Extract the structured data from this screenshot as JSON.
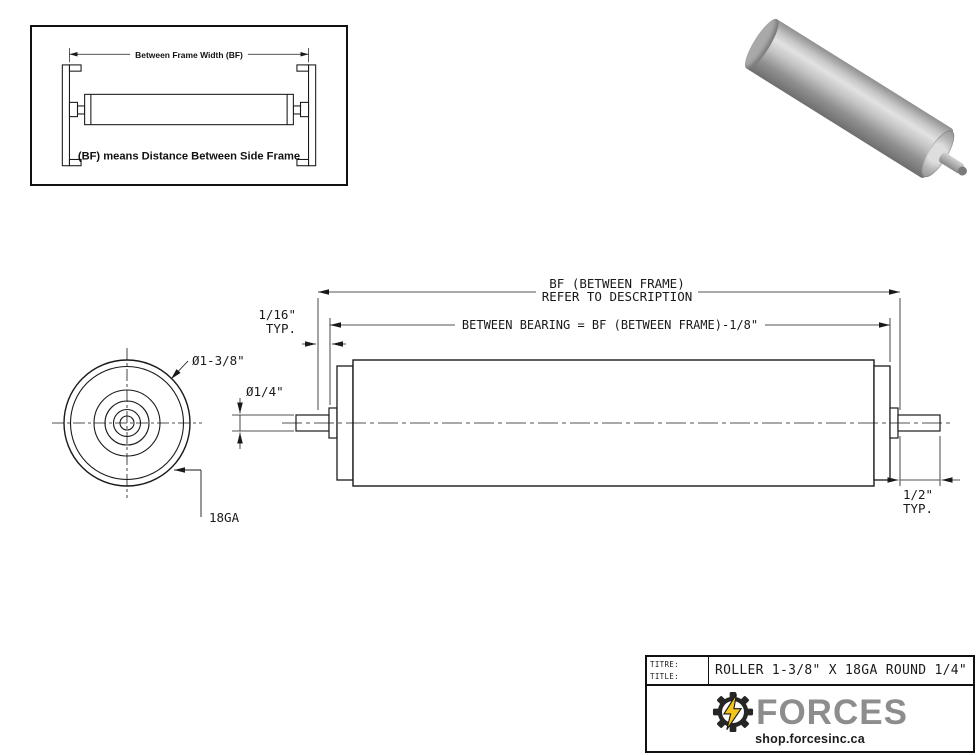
{
  "colors": {
    "line": "#1a1a1a",
    "accent": "#f5c518",
    "brand_gray": "#8d8d8d"
  },
  "inset": {
    "dim_label": "Between Frame Width (BF)",
    "caption": "(BF) means Distance Between Side Frame"
  },
  "end_view": {
    "diameter_label": "Ø1-3/8\"",
    "gauge_label": "18GA"
  },
  "side_view": {
    "bf_label_line1": "BF (BETWEEN FRAME)",
    "bf_label_line2": "REFER TO DESCRIPTION",
    "between_bearing_label": "BETWEEN BEARING = BF (BETWEEN FRAME)-1/8\"",
    "gap_label_line1": "1/16\"",
    "gap_label_line2": "TYP.",
    "shaft_diameter_label": "Ø1/4\"",
    "tail_label_line1": "1/2\"",
    "tail_label_line2": "TYP."
  },
  "title_block": {
    "label_fr": "TITRE:",
    "label_en": "TITLE:",
    "title": "ROLLER 1-3/8\" X 18GA ROUND 1/4\"",
    "brand": "FORCES",
    "website": "shop.forcesinc.ca"
  }
}
